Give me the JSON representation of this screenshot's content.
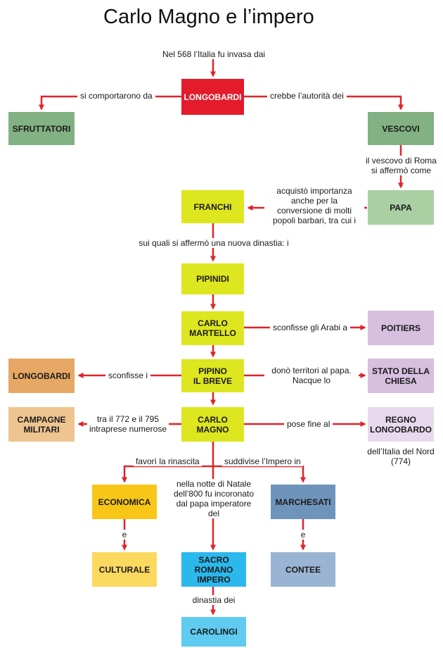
{
  "title": "Carlo Magno e l’impero",
  "colors": {
    "arrow": "#e0232a",
    "red": "#e41b2b",
    "green_dark": "#82b184",
    "green_light": "#a9cfa3",
    "lime": "#dde61f",
    "lavender": "#d6bfdf",
    "lavender_light": "#e8daec",
    "orange": "#e6a864",
    "orange_light": "#eec590",
    "yellow": "#f8c616",
    "yellow_light": "#fbd85e",
    "blue_steel": "#6f94bc",
    "blue_steel_light": "#9ab4d3",
    "cyan": "#2bb8ec",
    "cyan_light": "#5fcbf1"
  },
  "nodes": {
    "longobardi_top": "LONGOBARDI",
    "sfruttatori": "SFRUTTATORI",
    "vescovi": "VESCOVI",
    "papa": "PAPA",
    "franchi": "FRANCHI",
    "pipinidi": "PIPINIDI",
    "carlo_martello": "CARLO\nMARTELLO",
    "poitiers": "POITIERS",
    "pipino": "PIPINO\nIL BREVE",
    "longobardi_left": "LONGOBARDI",
    "stato_chiesa": "STATO DELLA\nCHIESA",
    "carlo_magno": "CARLO\nMAGNO",
    "campagne": "CAMPAGNE\nMILITARI",
    "regno": "REGNO\nLONGOBARDO",
    "economica": "ECONOMICA",
    "culturale": "CULTURALE",
    "sacro": "SACRO\nROMANO\nIMPERO",
    "carolingi": "CAROLINGI",
    "marchesati": "MARCHESATI",
    "contee": "CONTEE"
  },
  "labels": {
    "invasa": "Nel 568 l’Italia fu invasa dai",
    "comportarono": "si comportarono da",
    "autorita": "crebbe l’autorità dei",
    "vescovo_roma": "il vescovo di Roma\nsi affermò come",
    "acquisto": "acquistò importanza\nanche per la\nconversione di molti\npopoli barbari, tra cui i",
    "dinastia": "sui quali si affermò una nuova dinastia: i",
    "arabi": "sconfisse gli Arabi a",
    "sconfisse": "sconfisse i",
    "dono": "donò territori al papa.\nNacque lo",
    "campagne_anni": "tra il 772 e il 795\nintraprese numerose",
    "pose_fine": "pose fine al",
    "italia_nord": "dell’Italia del Nord\n(774)",
    "rinascita": "favorì la rinascita",
    "suddivise": "suddivise l’Impero in",
    "natale": "nella notte di Natale\ndell’800 fu incoronato\ndal papa imperatore\ndel",
    "e_left": "e",
    "e_right": "e",
    "dinastia_dei": "dinastia dei"
  }
}
